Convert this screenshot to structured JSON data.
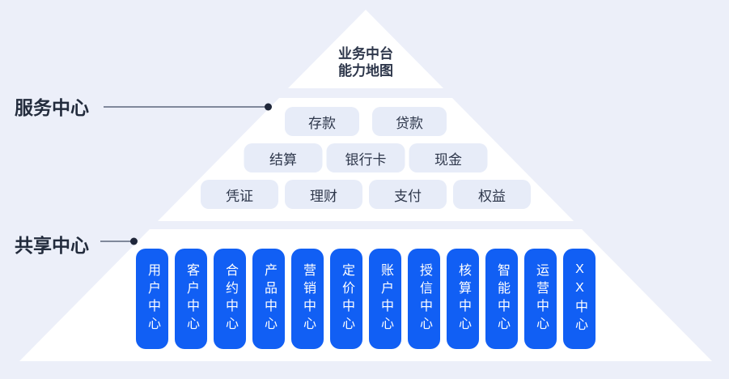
{
  "pyramid": {
    "title": {
      "line1": "业务中台",
      "line2": "能力地图"
    }
  },
  "labels": {
    "service_center": "服务中心",
    "shared_center": "共享中心"
  },
  "service_rows": [
    {
      "items": [
        "存款",
        "贷款"
      ]
    },
    {
      "items": [
        "结算",
        "银行卡",
        "现金"
      ]
    },
    {
      "items": [
        "凭证",
        "理财",
        "支付",
        "权益"
      ]
    }
  ],
  "shared_centers": [
    "用户中心",
    "客户中心",
    "合约中心",
    "产品中心",
    "营销中心",
    "定价中心",
    "账户中心",
    "授信中心",
    "核算中心",
    "智能中心",
    "运营中心",
    "XX中心"
  ],
  "colors": {
    "background": "#ECEFF9",
    "pyramid_fill": "#FFFFFF",
    "pill_bg": "#E7ECF8",
    "accent_blue": "#115FF4",
    "text_dark": "#2E374B",
    "label_dark": "#232C3D",
    "line_gray": "#80889B",
    "dot_dark": "#20273A"
  }
}
